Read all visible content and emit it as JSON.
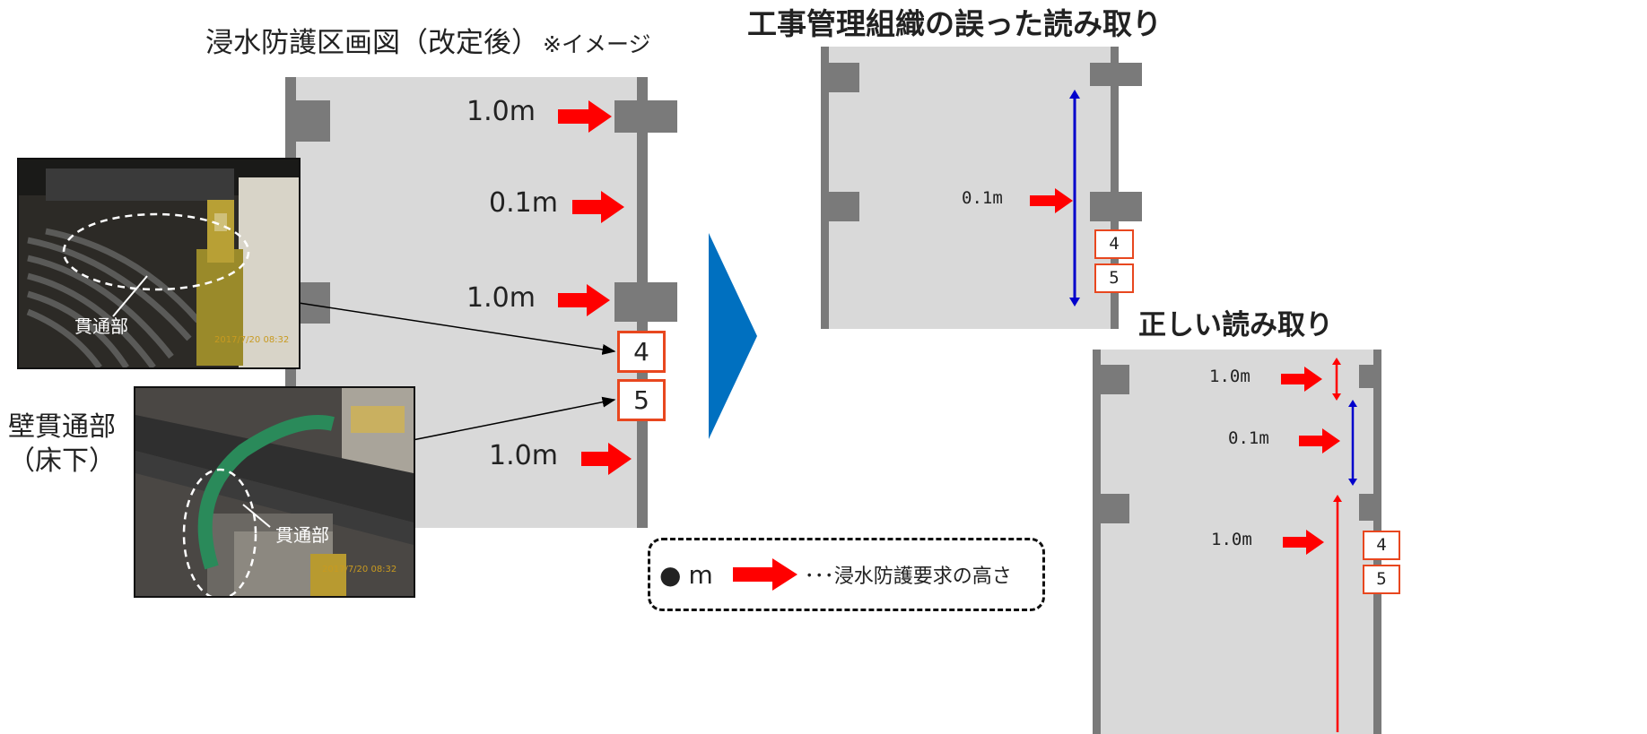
{
  "left_diagram": {
    "title": "浸水防護区画図（改定後）",
    "title_note": "※イメージ",
    "heights": [
      "1.0m",
      "0.1m",
      "1.0m",
      "1.0m"
    ],
    "penetration_numbers": [
      "4",
      "5"
    ]
  },
  "photos": {
    "photo1_label": "貫通部",
    "photo2_label": "貫通部",
    "photo1_stamp": "2017/7/20 08:32",
    "photo2_stamp": "2017/7/20 08:32",
    "wall_label_line1": "壁貫通部",
    "wall_label_line2": "（床下）"
  },
  "wrong_reading": {
    "title": "工事管理組織の誤った読み取り",
    "height": "0.1m",
    "penetration_numbers": [
      "4",
      "5"
    ]
  },
  "correct_reading": {
    "title": "正しい読み取り",
    "heights": [
      "1.0m",
      "0.1m",
      "1.0m"
    ],
    "penetration_numbers": [
      "4",
      "5"
    ]
  },
  "legend": {
    "bullet": "●",
    "unit": "m",
    "description": "･･･浸水防護要求の高さ"
  },
  "colors": {
    "arrow_red": "#ff0000",
    "blue_arrow": "#0000cc",
    "triangle_blue": "#0070c0",
    "box_orange": "#e8471f",
    "panel_gray": "#d9d9d9",
    "wall_gray": "#7a7a7a"
  }
}
